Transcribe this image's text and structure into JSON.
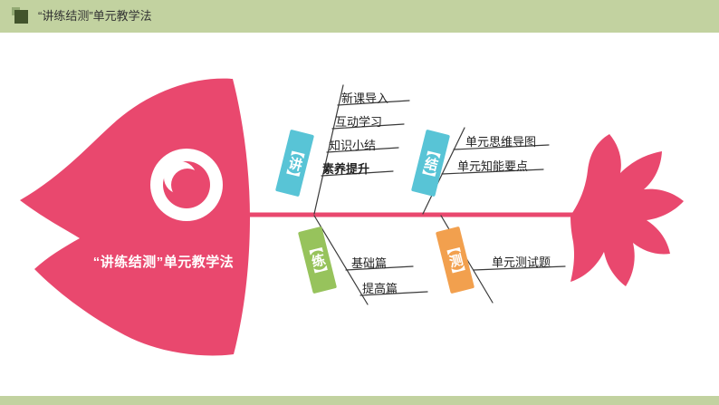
{
  "window": {
    "top_bar_title": "“讲练结测”单元教学法"
  },
  "diagram": {
    "type": "fishbone",
    "head_label": "“讲练结测”单元教学法",
    "branches": [
      {
        "label": "【讲】",
        "items": [
          "新课导入",
          "互动学习",
          "知识小结",
          "素养提升"
        ]
      },
      {
        "label": "【结】",
        "items": [
          "单元思维导图",
          "单元知能要点"
        ]
      },
      {
        "label": "【练】",
        "items": [
          "基础篇",
          "提高篇"
        ]
      },
      {
        "label": "【测】",
        "items": [
          "单元测试题"
        ]
      }
    ]
  },
  "colors": {
    "band_green": "#c2d2a0",
    "logo_dark_green": "#42542c",
    "fish_pink": "#e9486e",
    "branch_teal": "#58c4d6",
    "branch_green": "#97c35c",
    "branch_orange": "#f2a04e",
    "bone_line": "#3a3a3a",
    "text_dark": "#222222"
  }
}
